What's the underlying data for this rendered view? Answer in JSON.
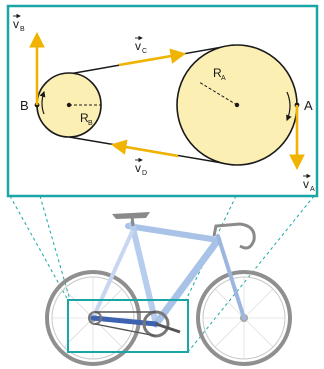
{
  "labels": {
    "vB": "v",
    "vB_sub": "B",
    "vC": "v",
    "vC_sub": "C",
    "vA": "v",
    "vA_sub": "A",
    "vD": "v",
    "vD_sub": "D",
    "point_A": "A",
    "point_B": "B",
    "radius_A": "R",
    "radius_A_sub": "A",
    "radius_B": "R",
    "radius_B_sub": "B"
  },
  "colors": {
    "frame_border": "#1aa6a6",
    "dashed_lines": "#1aa6a6",
    "pulley_fill": "#fcefb4",
    "pulley_stroke": "#1a1a1a",
    "velocity_arrow": "#f0b400",
    "text": "#1a1a1a",
    "bike_frame": "#a9c3e8",
    "bike_blue": "#3d62b0",
    "bike_gray": "#9a9a9a"
  }
}
